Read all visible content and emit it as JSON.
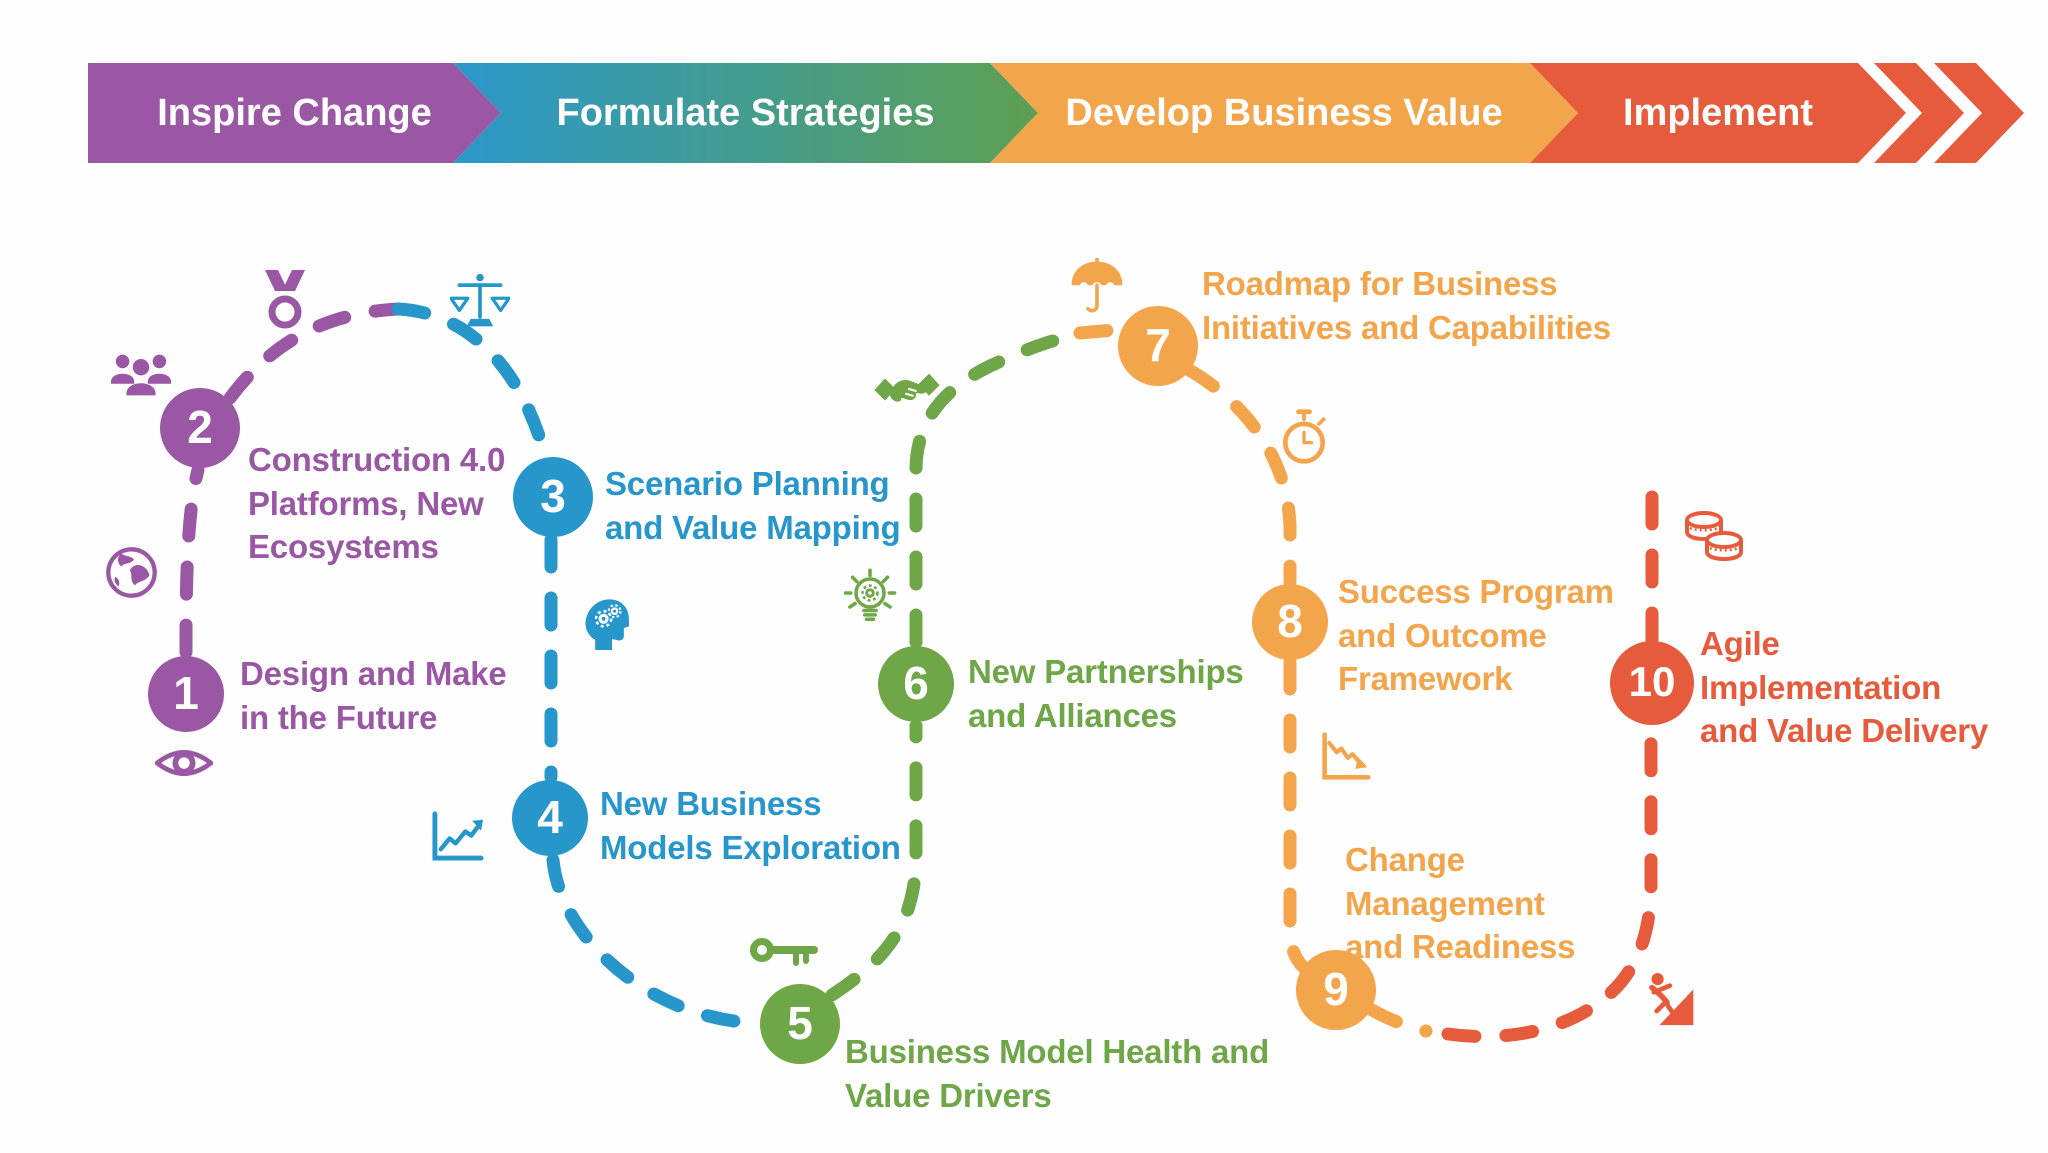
{
  "banner": {
    "stages": [
      {
        "label": "Inspire Change",
        "color": "#9a57a4"
      },
      {
        "label": "Formulate Strategies",
        "color_start": "#2b98cc",
        "color_end": "#5d9f52"
      },
      {
        "label": "Develop Business Value",
        "color": "#f3a54c"
      },
      {
        "label": "Implement",
        "color": "#e75b3d"
      }
    ],
    "chevron_color": "#e75b3d"
  },
  "steps": [
    {
      "number": "1",
      "label": "Design and Make\nin the Future",
      "color": "#9a57a4",
      "icons": [
        "globe-icon",
        "eye-icon"
      ]
    },
    {
      "number": "2",
      "label": "Construction 4.0\nPlatforms, New\nEcosystems",
      "color": "#9a57a4",
      "icons": [
        "people-group-icon",
        "medal-icon"
      ]
    },
    {
      "number": "3",
      "label": "Scenario Planning\nand Value Mapping",
      "color": "#2797cb",
      "icons": [
        "scales-icon",
        "head-gears-icon"
      ]
    },
    {
      "number": "4",
      "label": "New Business\nModels Exploration",
      "color": "#2797cb",
      "icons": [
        "growth-chart-icon"
      ]
    },
    {
      "number": "5",
      "label": "Business Model Health and\nValue Drivers",
      "color": "#6ea648",
      "icons": [
        "key-icon"
      ]
    },
    {
      "number": "6",
      "label": "New Partnerships\nand Alliances",
      "color": "#6ea648",
      "icons": [
        "lightbulb-gear-icon",
        "handshake-icon"
      ]
    },
    {
      "number": "7",
      "label": "Roadmap for Business\nInitiatives and Capabilities",
      "color": "#f3a54c",
      "icons": [
        "umbrella-icon"
      ]
    },
    {
      "number": "8",
      "label": "Success Program\nand Outcome\nFramework",
      "color": "#f3a54c",
      "icons": [
        "stopwatch-icon",
        "decline-chart-icon"
      ]
    },
    {
      "number": "9",
      "label": "Change\nManagement\nand Readiness",
      "color": "#f3a54c",
      "icons": []
    },
    {
      "number": "10",
      "label": "Agile\nImplementation\nand Value Delivery",
      "color": "#e75b3d",
      "icons": [
        "coins-icon",
        "climber-icon"
      ]
    }
  ]
}
